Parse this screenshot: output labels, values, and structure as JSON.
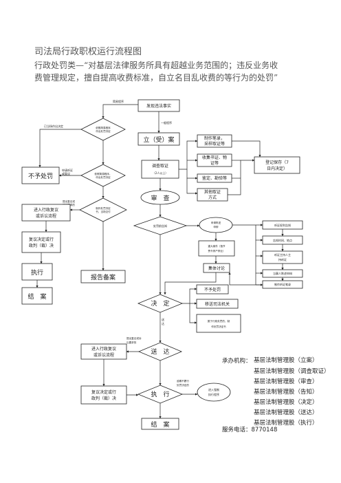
{
  "header": {
    "title": "司法局行政职权运行流程图",
    "subtitle_line1": "行政处罚类—“对基层法律服务所具有超越业务范围的；违反业务收",
    "subtitle_line2": "费管理规定，擅自提高收费标准，自立名目乱收费的等行为的处罚”"
  },
  "flow": {
    "discover": "发现违法事实",
    "simple_proc": "简易程序",
    "general_proc": "一般程序",
    "decision_simple": [
      "依照简易程序",
      "作出处罚决定"
    ],
    "on_spot": "已当场作出决定",
    "no_penalty_left": "不予处罚",
    "apply_hearing": [
      "申请听证",
      "或复议"
    ],
    "simple_decision_note": [
      "依照简易程序，",
      "作出处罚决定"
    ],
    "file_case": "立（受）案",
    "make_notes": [
      "制作笔录，",
      "采样取证等"
    ],
    "collect_evidence": [
      "收集书证、物",
      "证等"
    ],
    "appraise": "鉴定、勘验等",
    "other_evidence": [
      "其他取证",
      "方式"
    ],
    "register_save": [
      "登记保存（7",
      "日内决定）"
    ],
    "investigate": [
      "调查取证",
      "（2人以上）"
    ],
    "review": "审　查",
    "admin_review_left": [
      "进入行政复议",
      "或诉讼流程"
    ],
    "apply_review_note": [
      "提出复议或",
      "诉讼要求的"
    ],
    "make_decision": [
      "制作处罚决定",
      "书、当场交付"
    ],
    "review_decision_left": [
      "复议决定或行",
      "政判（裁）决"
    ],
    "execute_left": "执行",
    "close_left": "结　案",
    "report_file": "报告备案",
    "notify_penalty": "处罚前告知",
    "apply_hearing2": [
      "申请陈述",
      "申辩"
    ],
    "serious_review": [
      "重大案件（指节",
      "责令停产停业）"
    ],
    "collective": "集体讨论",
    "decide": "决　定",
    "no_penalty_right": "不予处罚",
    "transfer": "移送司法机关",
    "penalty_note": [
      "属于行政处罚的，制",
      "作处罚决定书"
    ],
    "right_boxes": [
      "听证权利告知",
      "告知时间、地点",
      "听证主持人主",
      "持听证",
      "当事人陈述申辩",
      "制作听证笔录"
    ],
    "deliver_note": [
      "送",
      "达"
    ],
    "deliver": "送　达",
    "apply_review2": [
      "提出复议或诉",
      "讼要求的"
    ],
    "admin_review_bottom": [
      "进入行政复议",
      "或诉讼流程"
    ],
    "review_decision_bottom": [
      "复议决定或行",
      "政判（裁）决"
    ],
    "execute": "执　行",
    "overdue_note": [
      "逾期不履行",
      "处罚决定的"
    ],
    "enforce": [
      "进入强制",
      "执行程序"
    ],
    "close_bottom": "结　案"
  },
  "side": {
    "org_label": "承办机构：",
    "org_lines": [
      "基层法制管理股（立案）",
      "基层法制管理股（调查取证）",
      "基层法制管理股（审查）",
      "基层法制管理股（告知）",
      "基层法制管理股（决定）",
      "基层法制管理股（送达）",
      "基层法制管理股（执行）"
    ],
    "phone_label": "服务电话：",
    "phone": "8770148"
  }
}
